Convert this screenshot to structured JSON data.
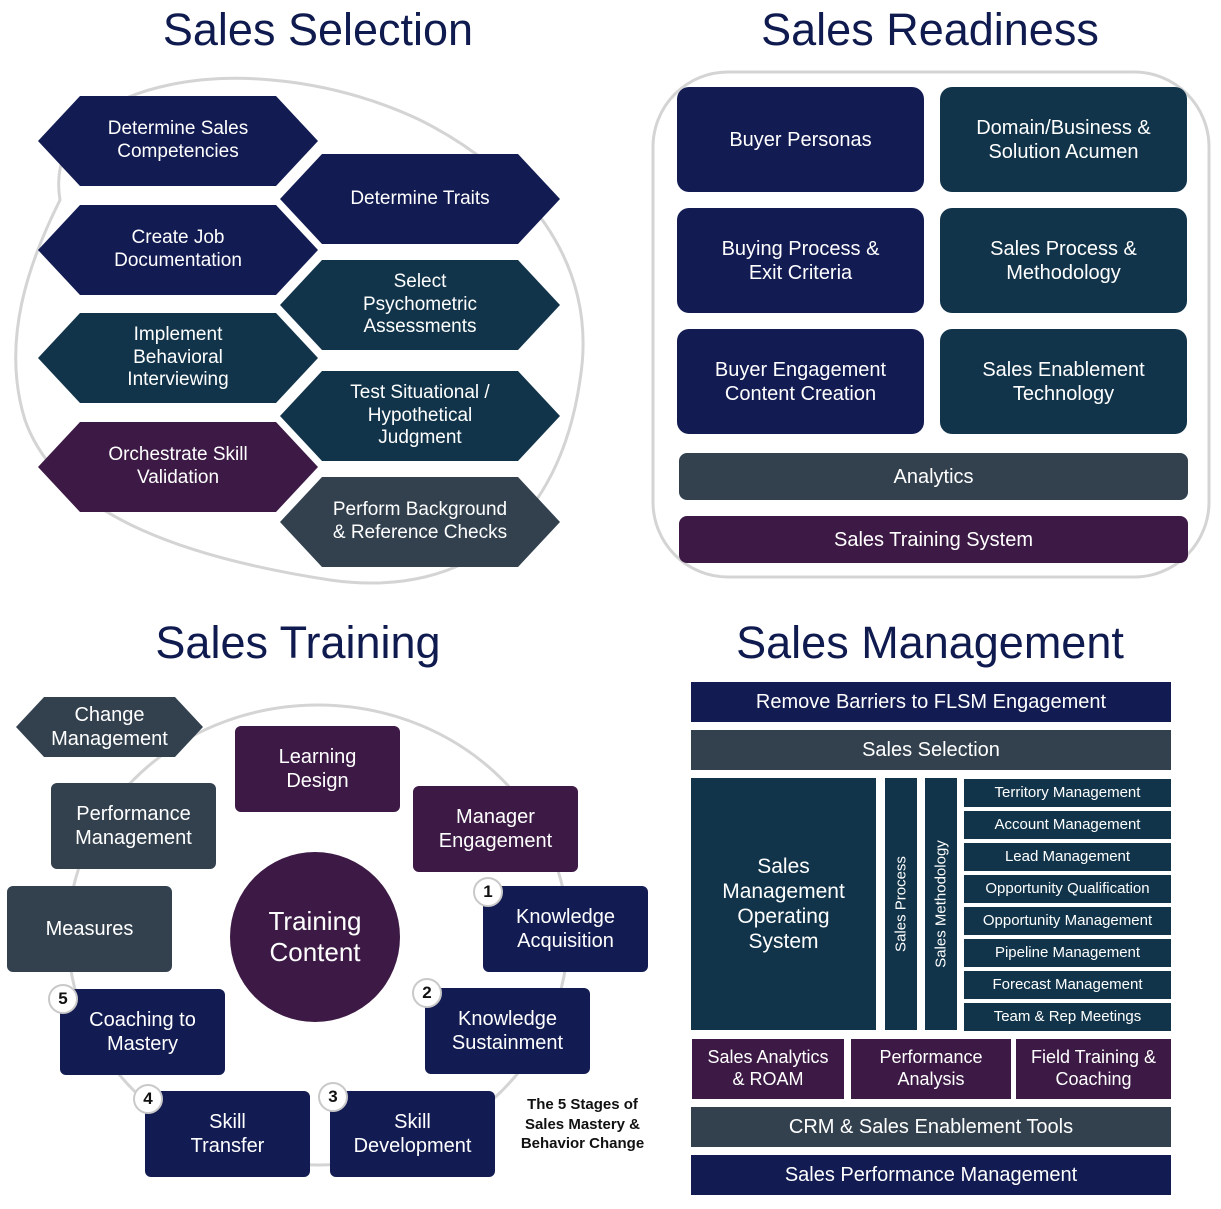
{
  "sections": {
    "selection": {
      "title": "Sales Selection",
      "items": [
        "Determine Sales Competencies",
        "Determine Traits",
        "Create Job Documentation",
        "Select Psychometric Assessments",
        "Implement Behavioral Interviewing",
        "Test Situational / Hypothetical Judgment",
        "Orchestrate Skill Validation",
        "Perform Background & Reference Checks"
      ]
    },
    "readiness": {
      "title": "Sales Readiness",
      "items": [
        "Buyer Personas",
        "Domain/Business & Solution Acumen",
        "Buying Process & Exit Criteria",
        "Sales Process & Methodology",
        "Buyer Engagement Content Creation",
        "Sales Enablement Technology"
      ],
      "analytics": "Analytics",
      "training_system": "Sales Training System"
    },
    "training": {
      "title": "Sales Training",
      "center": "Training Content",
      "change_management": "Change Management",
      "learning_design": "Learning Design",
      "manager_engagement": "Manager Engagement",
      "performance_management": "Performance Management",
      "measures": "Measures",
      "stages": [
        {
          "num": "1",
          "label": "Knowledge Acquisition"
        },
        {
          "num": "2",
          "label": "Knowledge Sustainment"
        },
        {
          "num": "3",
          "label": "Skill Development"
        },
        {
          "num": "4",
          "label": "Skill Transfer"
        },
        {
          "num": "5",
          "label": "Coaching to Mastery"
        }
      ],
      "caption": "The 5 Stages of Sales Mastery & Behavior Change"
    },
    "management": {
      "title": "Sales Management",
      "remove_barriers": "Remove Barriers to FLSM Engagement",
      "sales_selection": "Sales Selection",
      "operating_system": "Sales Management Operating System",
      "sales_process": "Sales Process",
      "sales_methodology": "Sales Methodology",
      "list": [
        "Territory Management",
        "Account Management",
        "Lead Management",
        "Opportunity Qualification",
        "Opportunity Management",
        "Pipeline Management",
        "Forecast Management",
        "Team & Rep Meetings"
      ],
      "analytics_roam": "Sales Analytics & ROAM",
      "performance_analysis": "Performance Analysis",
      "field_training": "Field Training & Coaching",
      "crm_tools": "CRM & Sales Enablement Tools",
      "performance_management": "Sales Performance Management"
    }
  },
  "colors": {
    "navy": "#121b52",
    "teal": "#11344a",
    "purple": "#3d1a45",
    "slate": "#33414f",
    "title": "#0f1a4f",
    "outline": "#d4d4d4"
  }
}
